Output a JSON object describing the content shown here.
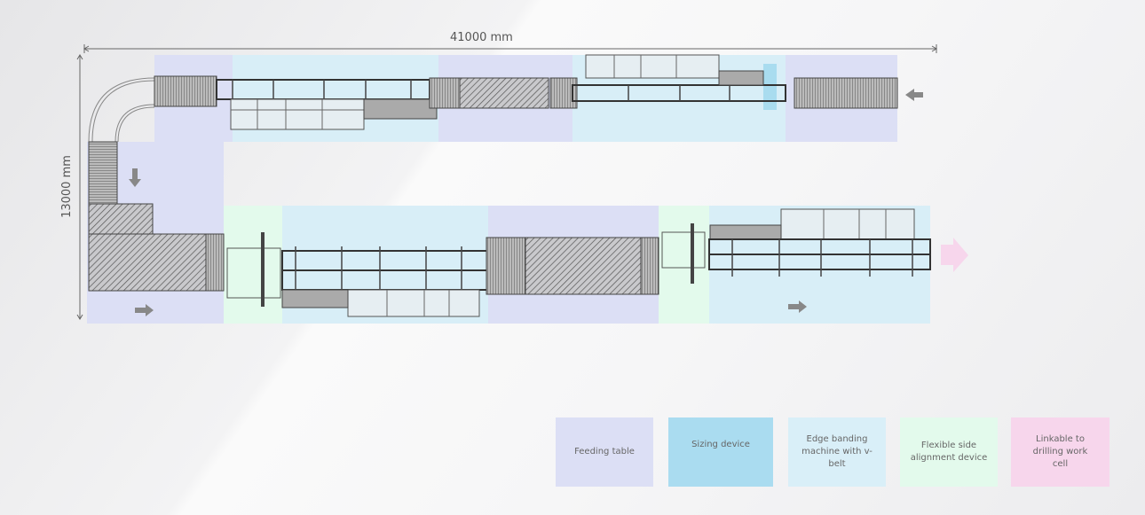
{
  "dimensions": {
    "width": "41000 mm",
    "height": "13000 mm"
  },
  "legend": [
    {
      "label": "Feeding table",
      "color": "#dcdff5"
    },
    {
      "label": "Sizing device",
      "color": "#aadcf0"
    },
    {
      "label": "Edge banding machine with v-belt",
      "color": "#d9eff8"
    },
    {
      "label": "Flexible side alignment device",
      "color": "#e3faec"
    },
    {
      "label": "Linkable to drilling work cell",
      "color": "#f7d6ec"
    }
  ]
}
